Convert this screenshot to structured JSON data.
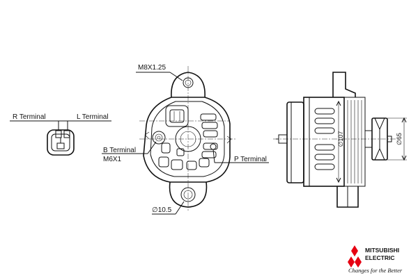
{
  "labels": {
    "r_terminal": "R Terminal",
    "l_terminal": "L Terminal",
    "b_terminal": "B Terminal",
    "b_thread": "M6X1",
    "p_terminal": "P Terminal",
    "top_bolt": "M8X1.25",
    "bottom_hole": "∅10.5",
    "body_diameter": "∅107",
    "pulley_diameter": "∅65"
  },
  "brand": {
    "name_line1": "MITSUBISHI",
    "name_line2": "ELECTRIC",
    "tagline": "Changes for the Better",
    "color": "#e60012"
  }
}
